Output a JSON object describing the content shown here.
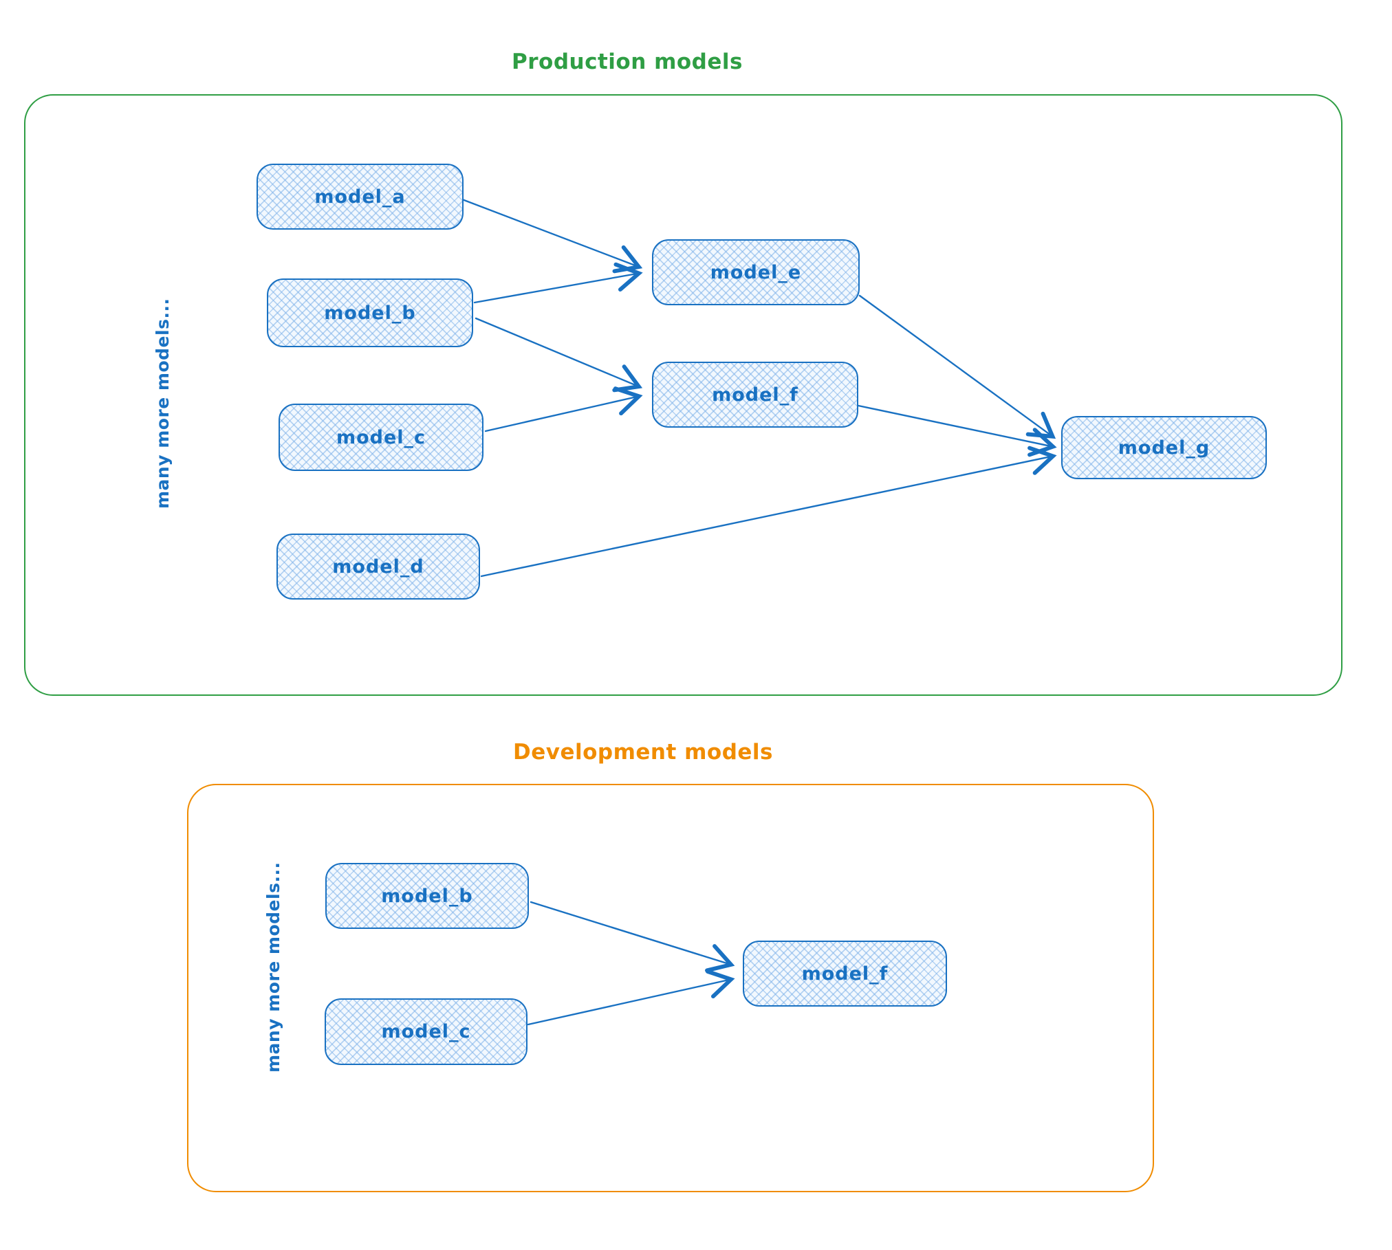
{
  "palette": {
    "node_stroke": "#1971c2",
    "node_fill": "#f2f8fe",
    "node_hatch": "#a5c9ee",
    "production_accent": "#2f9e44",
    "development_accent": "#f08c00"
  },
  "production": {
    "title": "Production models",
    "side_label": "many more models...",
    "nodes": {
      "a": "model_a",
      "b": "model_b",
      "c": "model_c",
      "d": "model_d",
      "e": "model_e",
      "f": "model_f",
      "g": "model_g"
    },
    "edges": [
      {
        "from": "model_a",
        "to": "model_e"
      },
      {
        "from": "model_b",
        "to": "model_e"
      },
      {
        "from": "model_b",
        "to": "model_f"
      },
      {
        "from": "model_c",
        "to": "model_f"
      },
      {
        "from": "model_e",
        "to": "model_g"
      },
      {
        "from": "model_f",
        "to": "model_g"
      },
      {
        "from": "model_d",
        "to": "model_g"
      }
    ]
  },
  "development": {
    "title": "Development models",
    "side_label": "many more models...",
    "nodes": {
      "b": "model_b",
      "c": "model_c",
      "f": "model_f"
    },
    "edges": [
      {
        "from": "model_b",
        "to": "model_f"
      },
      {
        "from": "model_c",
        "to": "model_f"
      }
    ]
  }
}
